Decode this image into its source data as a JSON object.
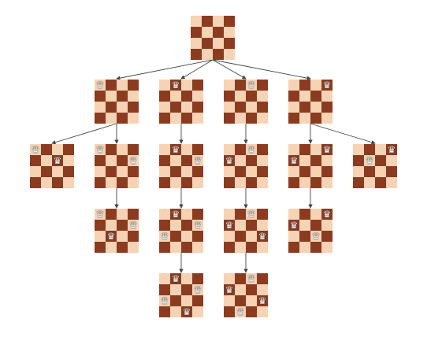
{
  "colors": {
    "light_square": "#f6d3b4",
    "dark_square": "#8b3b20",
    "queen": "#f4f4f4",
    "arrow": "#444444"
  },
  "icons": {
    "queen": "chess-queen-icon"
  },
  "queen_glyph": "♛",
  "tree": {
    "boards": [
      {
        "id": "root",
        "queens": []
      },
      {
        "id": "b1",
        "queens": [
          [
            0,
            0
          ]
        ]
      },
      {
        "id": "b2",
        "queens": [
          [
            0,
            1
          ]
        ]
      },
      {
        "id": "b3",
        "queens": [
          [
            0,
            2
          ]
        ]
      },
      {
        "id": "b4",
        "queens": [
          [
            0,
            3
          ]
        ]
      },
      {
        "id": "b1a",
        "queens": [
          [
            0,
            0
          ],
          [
            1,
            2
          ]
        ]
      },
      {
        "id": "b1b",
        "queens": [
          [
            0,
            0
          ],
          [
            1,
            3
          ]
        ]
      },
      {
        "id": "b2a",
        "queens": [
          [
            0,
            1
          ],
          [
            1,
            3
          ]
        ]
      },
      {
        "id": "b3a",
        "queens": [
          [
            0,
            2
          ],
          [
            1,
            0
          ]
        ]
      },
      {
        "id": "b4a",
        "queens": [
          [
            0,
            3
          ],
          [
            1,
            0
          ]
        ]
      },
      {
        "id": "b4b",
        "queens": [
          [
            0,
            3
          ],
          [
            1,
            1
          ]
        ]
      },
      {
        "id": "b1b1",
        "queens": [
          [
            0,
            0
          ],
          [
            1,
            3
          ],
          [
            2,
            1
          ]
        ]
      },
      {
        "id": "b2a1",
        "queens": [
          [
            0,
            1
          ],
          [
            1,
            3
          ],
          [
            2,
            0
          ]
        ]
      },
      {
        "id": "b3a1",
        "queens": [
          [
            0,
            2
          ],
          [
            1,
            0
          ],
          [
            2,
            3
          ]
        ]
      },
      {
        "id": "b4a1",
        "queens": [
          [
            0,
            3
          ],
          [
            1,
            0
          ],
          [
            2,
            2
          ]
        ]
      },
      {
        "id": "b2a1s",
        "queens": [
          [
            0,
            1
          ],
          [
            1,
            3
          ],
          [
            2,
            0
          ],
          [
            3,
            2
          ]
        ]
      },
      {
        "id": "b3a1s",
        "queens": [
          [
            0,
            2
          ],
          [
            1,
            0
          ],
          [
            2,
            3
          ],
          [
            3,
            1
          ]
        ]
      }
    ],
    "edges": [
      [
        "root",
        "b1"
      ],
      [
        "root",
        "b2"
      ],
      [
        "root",
        "b3"
      ],
      [
        "root",
        "b4"
      ],
      [
        "b1",
        "b1a"
      ],
      [
        "b1",
        "b1b"
      ],
      [
        "b2",
        "b2a"
      ],
      [
        "b3",
        "b3a"
      ],
      [
        "b4",
        "b4a"
      ],
      [
        "b4",
        "b4b"
      ],
      [
        "b1b",
        "b1b1"
      ],
      [
        "b2a",
        "b2a1"
      ],
      [
        "b3a",
        "b3a1"
      ],
      [
        "b4a",
        "b4a1"
      ],
      [
        "b2a1",
        "b2a1s"
      ],
      [
        "b3a1",
        "b3a1s"
      ]
    ]
  }
}
